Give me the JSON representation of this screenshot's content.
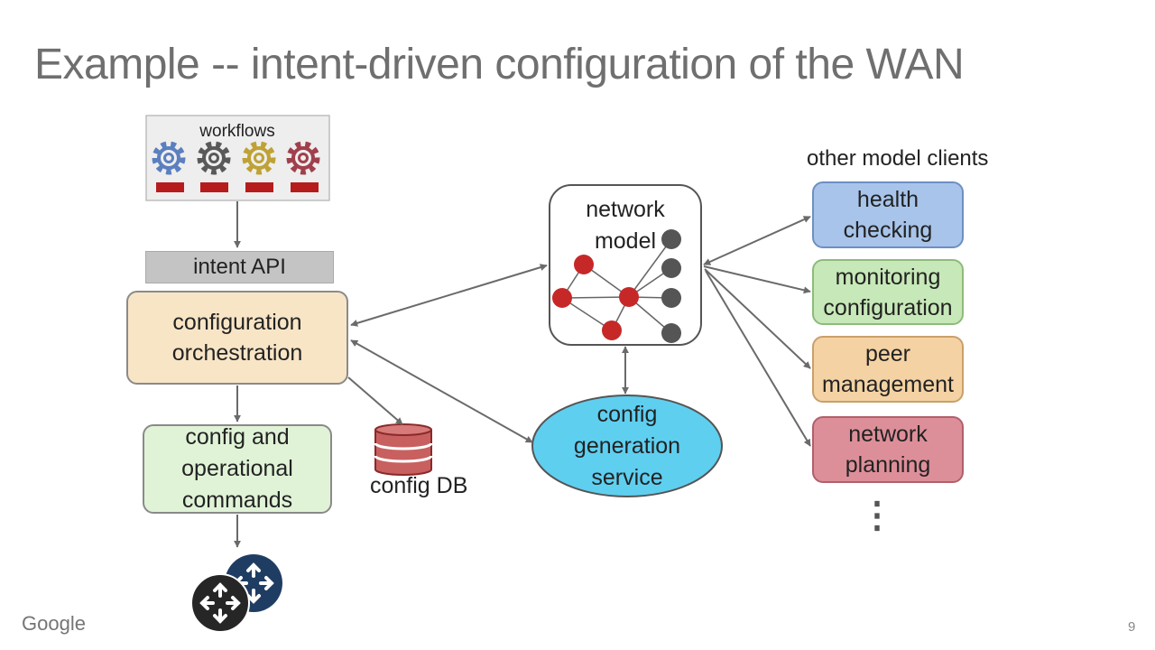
{
  "slide": {
    "title": "Example -- intent-driven configuration of the WAN",
    "footer_brand": "Google",
    "page_number": "9"
  },
  "diagram": {
    "workflows_label": "workflows",
    "intent_api": "intent API",
    "orchestration": "configuration\norchestration",
    "commands": "config and\noperational\ncommands",
    "config_db": "config DB",
    "network_model": "network\nmodel",
    "config_generation": "config\ngeneration\nservice",
    "other_clients_heading": "other model clients",
    "clients": [
      {
        "label": "health\nchecking",
        "fill": "#a8c4ea",
        "border": "#6d8fc2"
      },
      {
        "label": "monitoring\nconfiguration",
        "fill": "#c7e8b8",
        "border": "#8dbb7a"
      },
      {
        "label": "peer\nmanagement",
        "fill": "#f4d2a3",
        "border": "#c9a06a"
      },
      {
        "label": "network\nplanning",
        "fill": "#dd8f99",
        "border": "#b0606b"
      }
    ],
    "more_indicator": "⋮"
  },
  "colors": {
    "gear_blue": "#5b7fbf",
    "gear_gray": "#595959",
    "gear_gold": "#bfa236",
    "gear_red": "#a0404d",
    "workflow_bar": "#b71c1c",
    "graph_red": "#c62828",
    "graph_gray": "#555555",
    "orchestration_fill": "#f8e5c6",
    "commands_fill": "#e0f3d7",
    "config_gen_fill": "#5fcff0",
    "router_dark": "#262626",
    "router_blue": "#1f3d63",
    "arrow": "#6a6a6a"
  }
}
